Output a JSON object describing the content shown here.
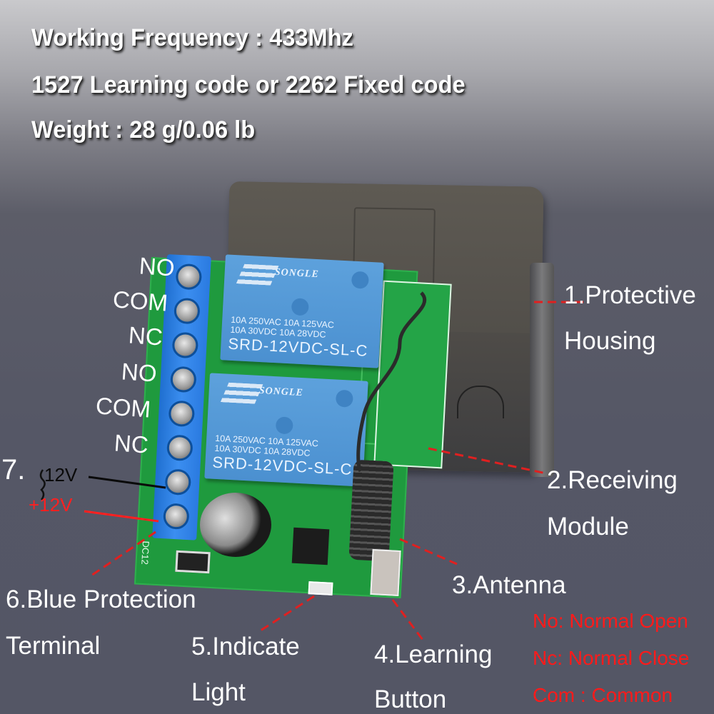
{
  "specs": [
    "Working Frequency : 433Mhz",
    "1527 Learning code or 2262 Fixed code",
    "Weight : 28 g/0.06 lb"
  ],
  "terminal_labels": [
    "NO",
    "COM",
    "NC",
    "NO",
    "COM",
    "NC"
  ],
  "power_labels": {
    "number": "7.",
    "negative": "12V",
    "positive": "+12V"
  },
  "relays": [
    {
      "brand": "SONGLE",
      "rating_line1": "10A 250VAC  10A 125VAC",
      "rating_line2": "10A   30VDC  10A   28VDC",
      "model": "SRD-12VDC-SL-C"
    },
    {
      "brand": "SONGLE",
      "rating_line1": "10A 250VAC  10A 125VAC",
      "rating_line2": "10A   30VDC  10A   28VDC",
      "model": "SRD-12VDC-SL-C"
    }
  ],
  "pcb_silkscreen": "DC12",
  "callouts": [
    {
      "id": 1,
      "line1": "1.Protective",
      "line2": "Housing"
    },
    {
      "id": 2,
      "line1": "2.Receiving",
      "line2": "Module"
    },
    {
      "id": 3,
      "line1": "3.Antenna",
      "line2": ""
    },
    {
      "id": 4,
      "line1": "4.Learning",
      "line2": "Button"
    },
    {
      "id": 5,
      "line1": "5.Indicate",
      "line2": "Light"
    },
    {
      "id": 6,
      "line1": "6.Blue Protection",
      "line2": "Terminal"
    }
  ],
  "legend": [
    "No: Normal Open",
    "Nc: Normal Close",
    "Com : Common"
  ],
  "colors": {
    "callout_line": "#e02020",
    "legend_text": "#ff1a1a",
    "label_text": "#ffffff",
    "pcb_green": "#1f9a3e",
    "terminal_blue": "#2a7ae0",
    "relay_blue": "#4b90d0"
  }
}
